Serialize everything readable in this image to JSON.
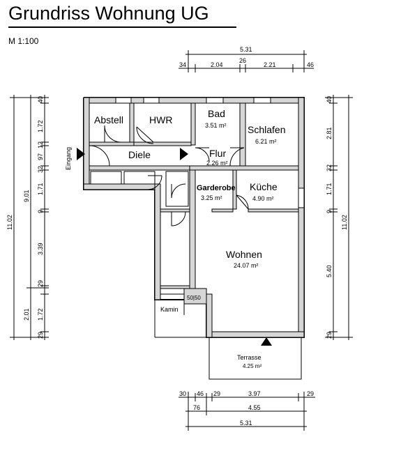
{
  "title": "Grundriss Wohnung UG",
  "scale": "M 1:100",
  "rooms": [
    {
      "name": "Abstell",
      "area": ""
    },
    {
      "name": "HWR",
      "area": ""
    },
    {
      "name": "Bad",
      "area": "3.51 m²"
    },
    {
      "name": "Schlafen",
      "area": "6.21 m²"
    },
    {
      "name": "Diele",
      "area": ""
    },
    {
      "name": "Flur",
      "area": "2.26 m²"
    },
    {
      "name": "Garderobe",
      "area": "3.25 m²"
    },
    {
      "name": "Küche",
      "area": "4.90 m²"
    },
    {
      "name": "Wohnen",
      "area": "24.07 m²"
    },
    {
      "name": "Kamin",
      "area": ""
    },
    {
      "name": "Terrasse",
      "area": "4.25 m²"
    }
  ],
  "labels": {
    "entrance": "Eingang",
    "chimney": "50|50"
  },
  "dimensions": {
    "top_total": "5.31",
    "top_parts": [
      "34",
      "2.04",
      "26",
      "2.21",
      "46"
    ],
    "left_total": "11.02",
    "left_sub": [
      "9.01",
      "2.01"
    ],
    "left_parts": [
      "40",
      "1.72",
      "12",
      "97",
      "32",
      "1.71",
      "9",
      "3.39",
      "29",
      "1.72",
      "29"
    ],
    "right_total": "11.02",
    "right_parts": [
      "40",
      "2.81",
      "32",
      "1.71",
      "9",
      "5.40",
      "29"
    ],
    "bottom_parts": [
      "30",
      "46",
      "29",
      "3.97",
      "29"
    ],
    "bottom_mid": [
      "76",
      "4.55"
    ],
    "bottom_total": "5.31"
  }
}
